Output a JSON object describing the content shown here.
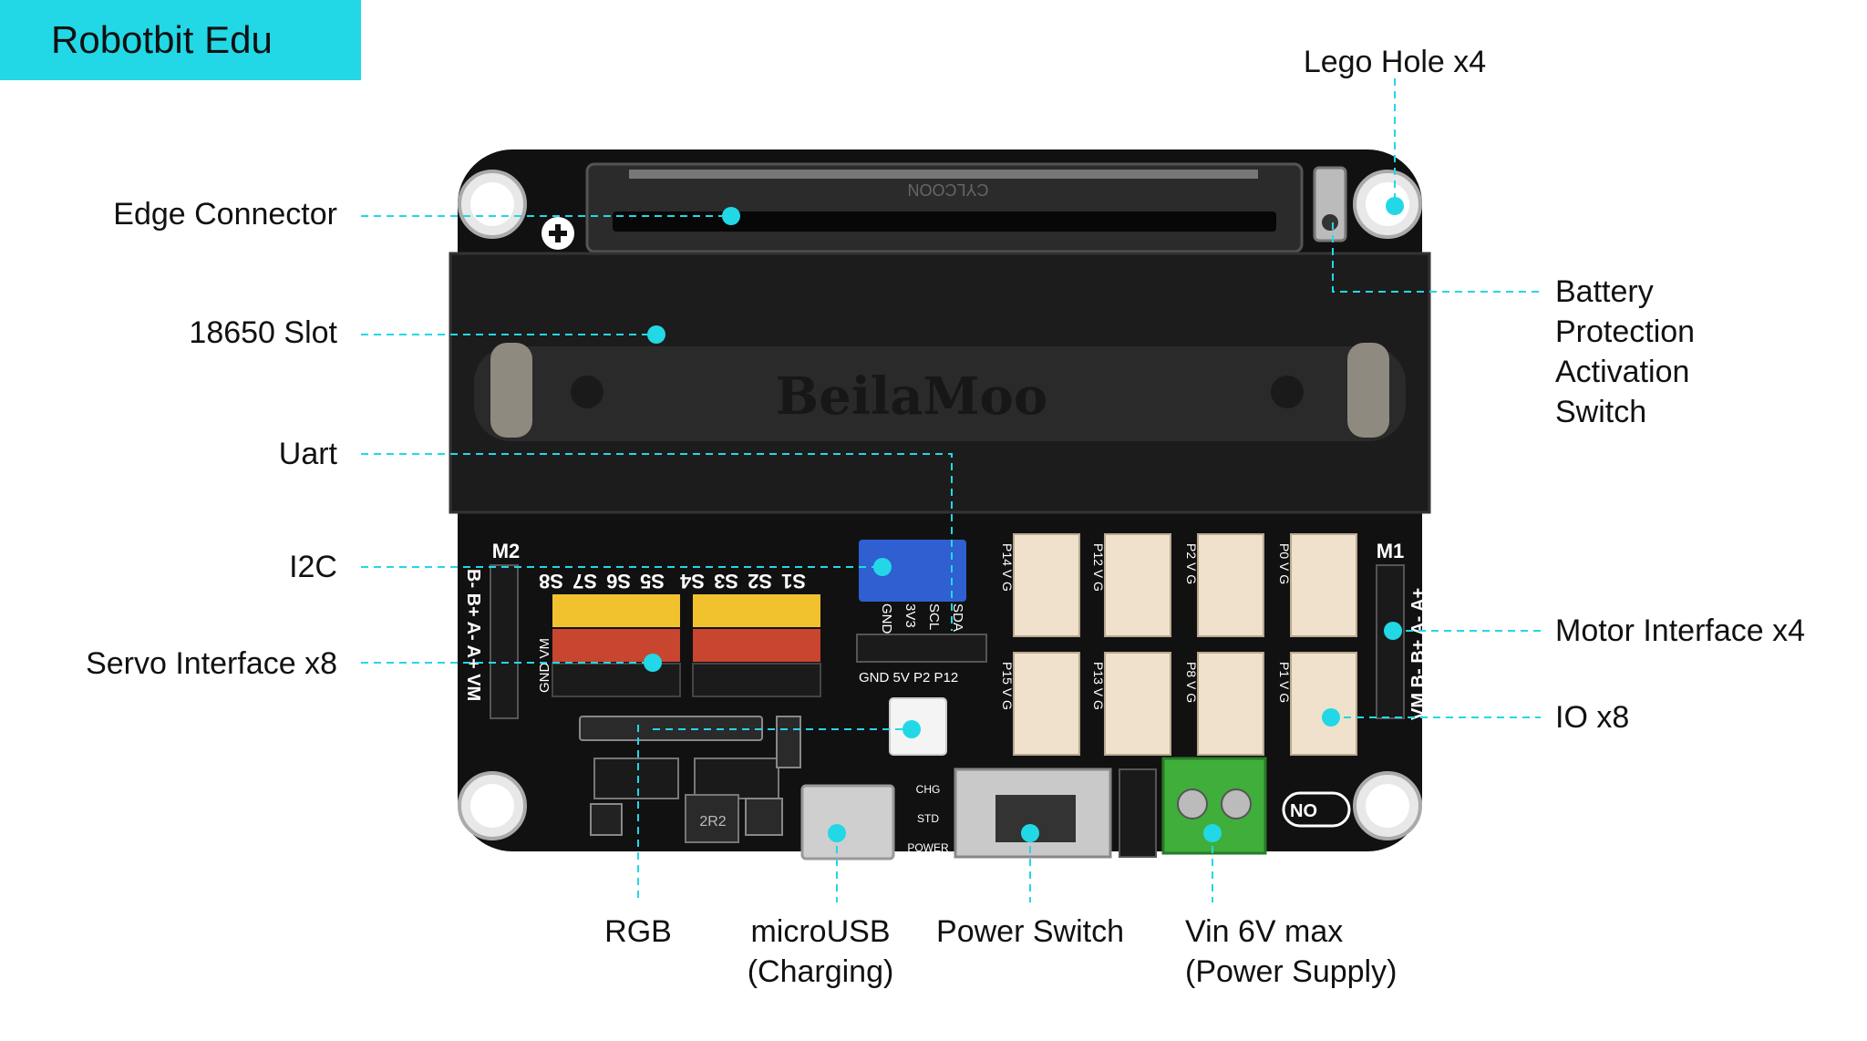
{
  "title": "Robotbit Edu",
  "board": {
    "silkscreen": {
      "brand": "BeilaMoo",
      "edge_logo": "CYLCOON",
      "m2": "M2",
      "m1": "M1",
      "m2_pins": "B- B+ A- A+ VM",
      "m1_pins": "VM B- B+ A- A+",
      "gnd_vm": "GND VM",
      "servo_left": [
        "S8",
        "S7",
        "S6",
        "S5"
      ],
      "servo_right": [
        "S4",
        "S3",
        "S2",
        "S1"
      ],
      "i2c_pins": [
        "GND",
        "3V3",
        "SCL",
        "SDA"
      ],
      "uart_pins": "GND 5V P2 P12",
      "io_top": [
        "P14 V G",
        "P12 V G",
        "P2 V G",
        "P0 V G"
      ],
      "io_bottom": [
        "P15 V G",
        "P13 V G",
        "P8 V G",
        "P1 V G"
      ],
      "led_labels": [
        "CHG",
        "STD",
        "POWER"
      ],
      "no_switch": "NO",
      "inductor": "2R2"
    }
  },
  "labels": {
    "edge_connector": "Edge Connector",
    "slot_18650": "18650 Slot",
    "uart": "Uart",
    "i2c": "I2C",
    "servo": "Servo Interface x8",
    "lego": "Lego Hole x4",
    "battery": [
      "Battery",
      "Protection",
      "Activation",
      "Switch"
    ],
    "motor": "Motor Interface x4",
    "io": "IO x8",
    "rgb": "RGB",
    "microusb": [
      "microUSB",
      "(Charging)"
    ],
    "power_switch": "Power Switch",
    "vin": [
      "Vin 6V max",
      "(Power Supply)"
    ]
  },
  "colors": {
    "accent": "#22d8e6",
    "board": "#111111",
    "header_yellow": "#f2c12e",
    "header_red": "#c8452f",
    "header_black": "#1b1b1b",
    "i2c_blue": "#2f5fd0",
    "terminal_green": "#3fae3a",
    "connector_beige": "#efe1cc"
  }
}
